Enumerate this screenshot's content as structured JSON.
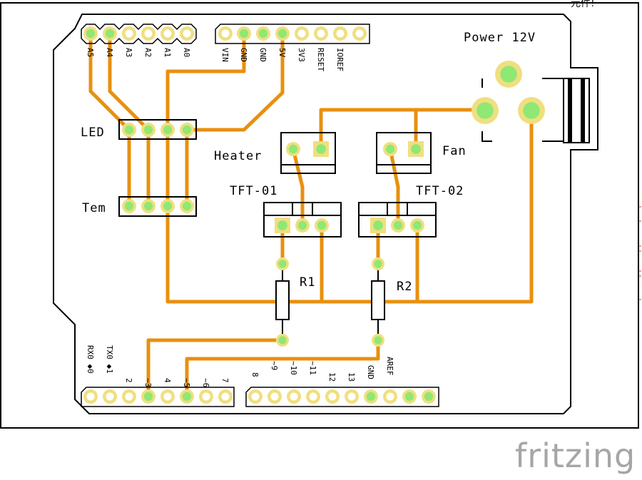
{
  "header": {
    "corner_text": "元件!"
  },
  "watermark": "fritzing",
  "colors": {
    "trace": "#e8900f",
    "pad_ring": "#f0df80",
    "pad_center": "#8fe874",
    "board_outline": "#000000"
  },
  "top_left_header": {
    "pins": [
      "A5",
      "A4",
      "A3",
      "A2",
      "A1",
      "A0"
    ]
  },
  "top_right_header": {
    "pins": [
      "VIN",
      "GND",
      "GND",
      "5V",
      "3V3",
      "RESET",
      "IOREF",
      ""
    ]
  },
  "bottom_left_header": {
    "pins": [
      "RX0 ◆0",
      "TX0 ◆1",
      "2",
      "~3",
      "4",
      "~5",
      "~6",
      "7"
    ]
  },
  "bottom_right_header": {
    "pins": [
      "8",
      "~9",
      "~10",
      "~11",
      "12",
      "13",
      "GND",
      "AREF",
      "",
      ""
    ]
  },
  "labels": {
    "power": "Power 12V",
    "led": "LED",
    "tem": "Tem",
    "heater": "Heater",
    "fan": "Fan",
    "tft1": "TFT-01",
    "tft2": "TFT-02",
    "r1": "R1",
    "r2": "R2"
  }
}
